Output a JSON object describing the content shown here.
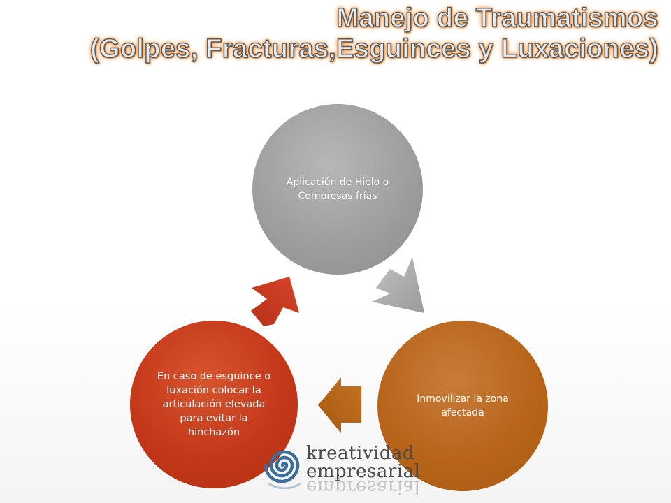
{
  "title": {
    "line1": "Manejo de Traumatismos",
    "line2": "(Golpes, Fracturas,Esguinces y Luxaciones)"
  },
  "cycle": {
    "top": "Aplicación de Hielo o Compresas frías",
    "right": "Inmovilizar la zona afectada",
    "left": "En caso de esguince o luxación colocar la articulación elevada para evitar la hinchazón"
  },
  "logo": {
    "line1": "kreatividad",
    "line2": "empresarial",
    "reflection": "empresarial"
  },
  "colors": {
    "top_circle": "#9c9c9c",
    "right_circle": "#b8651b",
    "left_circle": "#c4381a",
    "title_glow": "#ff8a2a"
  }
}
